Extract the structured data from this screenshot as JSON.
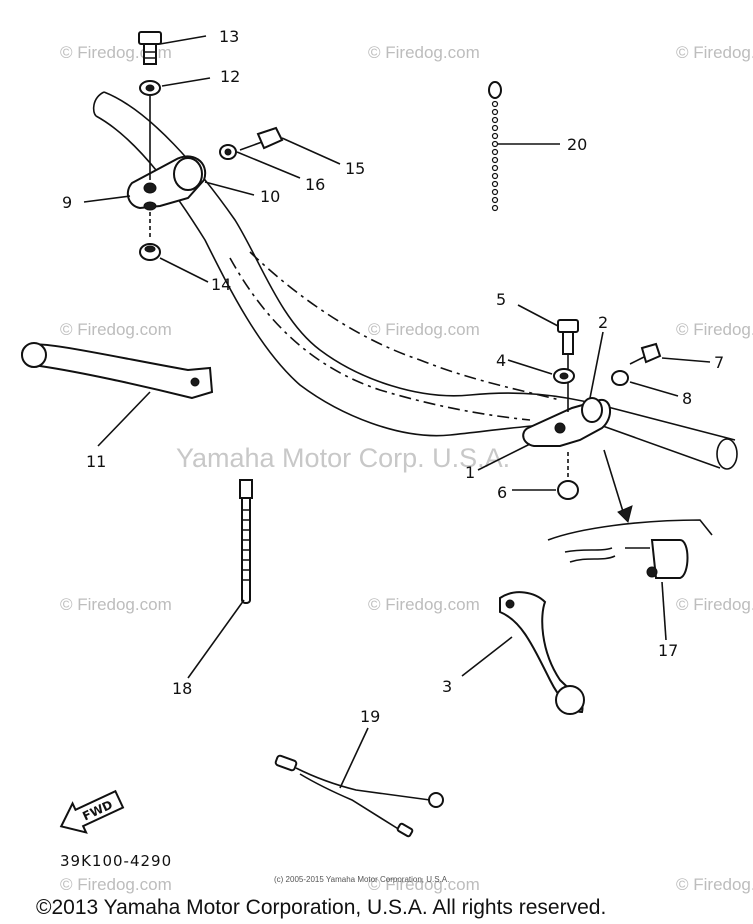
{
  "diagram": {
    "part_labels": [
      "1",
      "2",
      "3",
      "4",
      "5",
      "6",
      "7",
      "8",
      "9",
      "10",
      "11",
      "12",
      "13",
      "14",
      "15",
      "16",
      "17",
      "18",
      "19",
      "20"
    ],
    "watermark": "© Firedog.com",
    "center_watermark": "Yamaha Motor Corp. U.S.A.",
    "drawing_code": "39K100-4290",
    "fwd_label": "FWD",
    "small_copyright": "(c) 2005-2015 Yamaha Motor Corporation, U.S.A.",
    "footer_copyright": "©2013 Yamaha Motor Corporation, U.S.A. All rights reserved."
  }
}
